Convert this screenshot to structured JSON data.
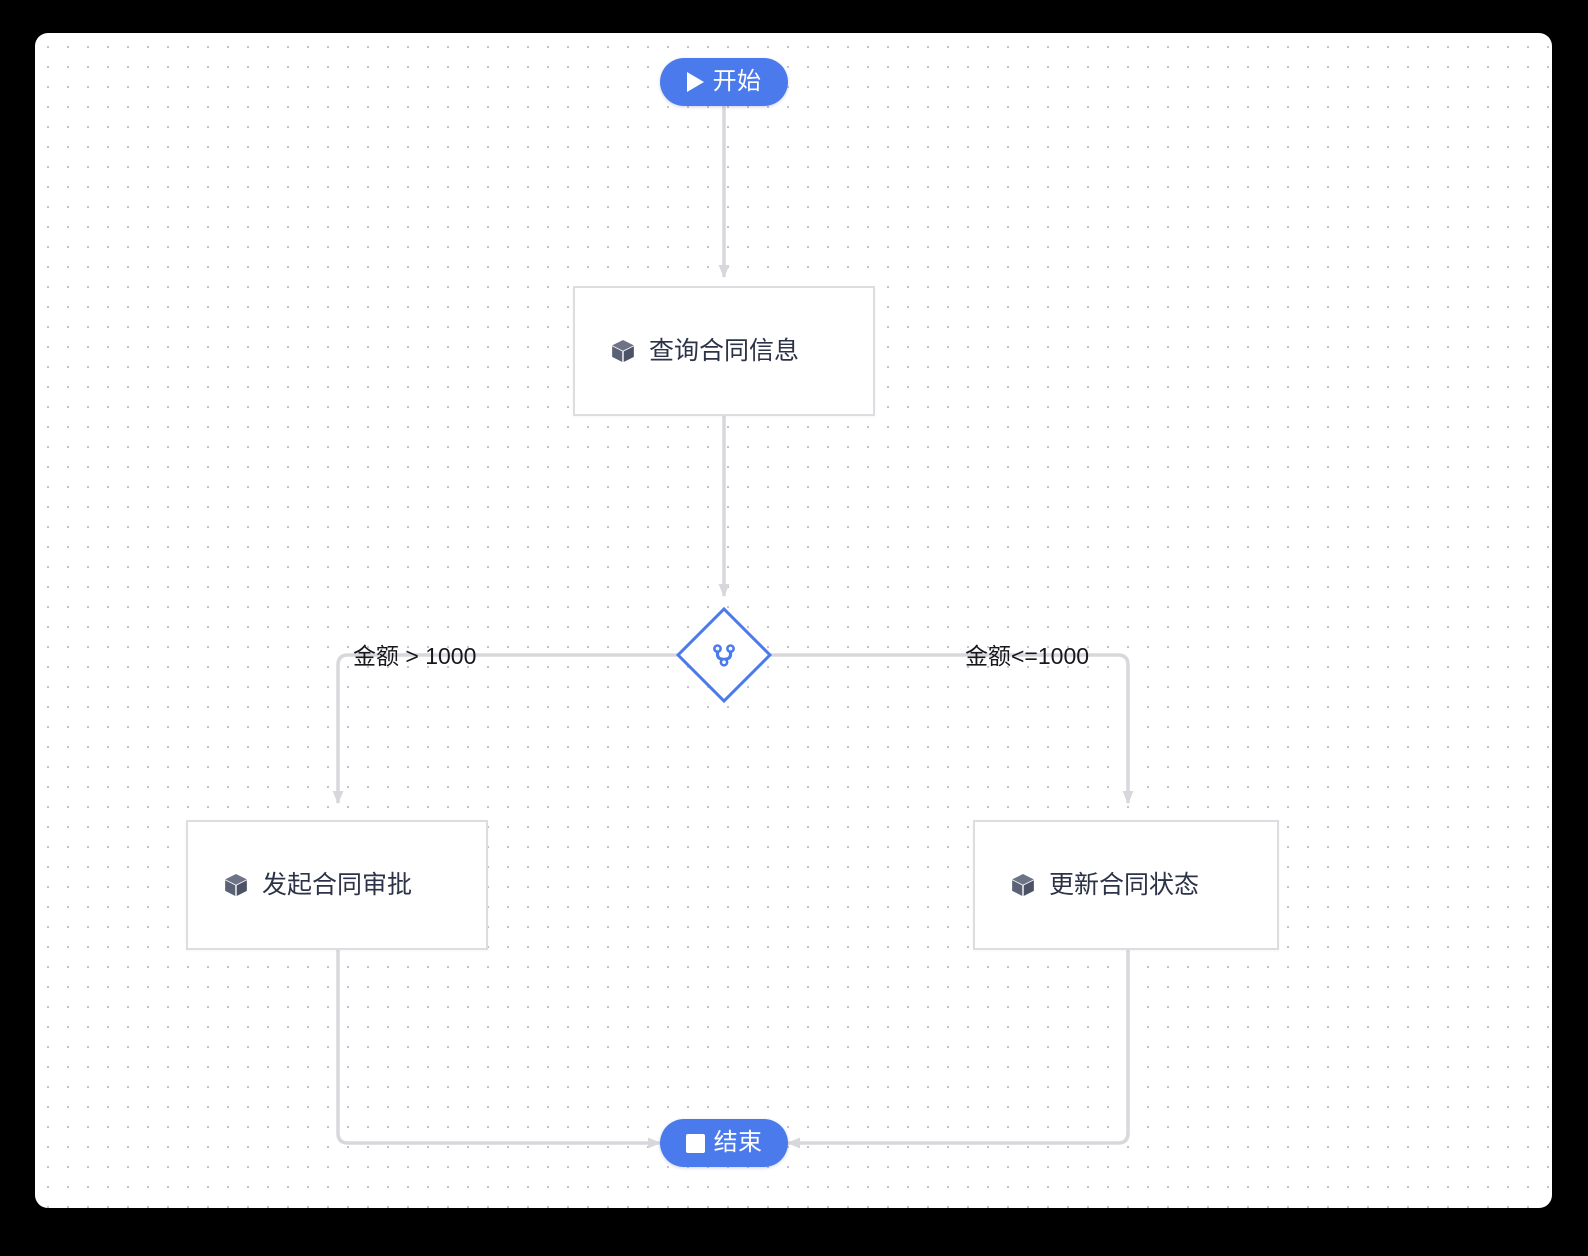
{
  "canvas": {
    "background_color": "#ffffff",
    "page_background_color": "#000000",
    "grid": "dot-grid",
    "accent_color": "#4a7aec",
    "edge_color": "#d8d8dc",
    "node_border_color": "#dddde1",
    "node_text_color": "#2c3347"
  },
  "nodes": {
    "start": {
      "label": "开始",
      "icon": "play-icon",
      "type": "start"
    },
    "query_contract": {
      "label": "查询合同信息",
      "icon": "cube-icon",
      "type": "task"
    },
    "decision": {
      "label": "",
      "icon": "branch-icon",
      "type": "condition"
    },
    "start_approval": {
      "label": "发起合同审批",
      "icon": "cube-icon",
      "type": "task"
    },
    "update_status": {
      "label": "更新合同状态",
      "icon": "cube-icon",
      "type": "task"
    },
    "end": {
      "label": "结束",
      "icon": "stop-icon",
      "type": "end"
    }
  },
  "edges": {
    "branch_left_label": "金额 > 1000",
    "branch_right_label": "金额<=1000"
  }
}
